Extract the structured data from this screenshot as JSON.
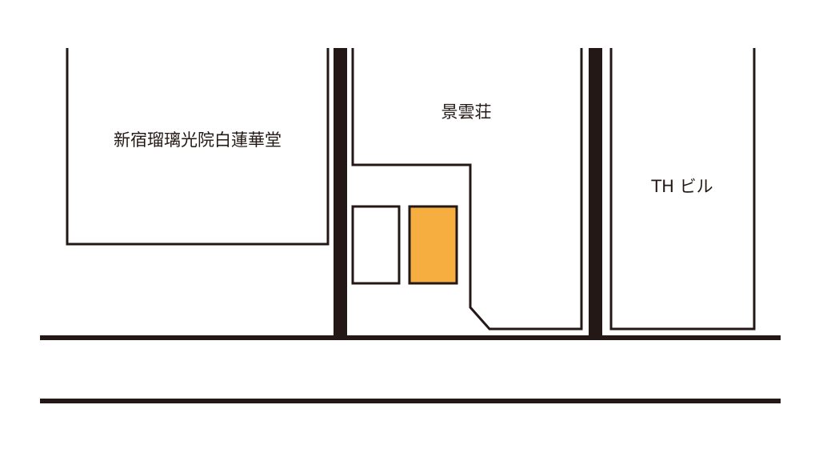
{
  "buildings": {
    "left": {
      "label": "新宿瑠璃光院白蓮華堂"
    },
    "center": {
      "label": "景雲荘"
    },
    "right": {
      "label": "TH ビル"
    }
  },
  "colors": {
    "ink": "#231815",
    "background": "#ffffff",
    "highlight": "#f5ae3f"
  }
}
